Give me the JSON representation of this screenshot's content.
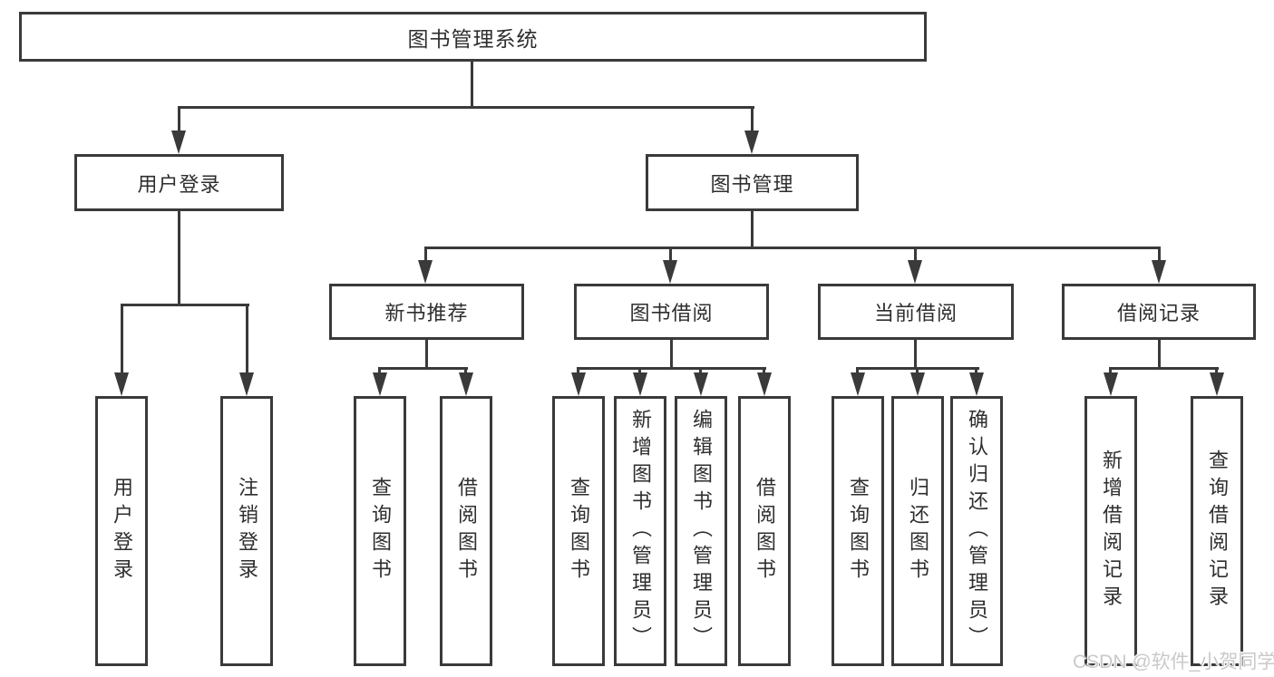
{
  "tree": {
    "label": "图书管理系统",
    "children": [
      {
        "label": "用户登录",
        "children": [
          {
            "label": "用户登录"
          },
          {
            "label": "注销登录"
          }
        ]
      },
      {
        "label": "图书管理",
        "children": [
          {
            "label": "新书推荐",
            "children": [
              {
                "label": "查询图书"
              },
              {
                "label": "借阅图书"
              }
            ]
          },
          {
            "label": "图书借阅",
            "children": [
              {
                "label": "查询图书"
              },
              {
                "label": "新增图书（管理员）"
              },
              {
                "label": "编辑图书（管理员）"
              },
              {
                "label": "借阅图书"
              }
            ]
          },
          {
            "label": "当前借阅",
            "children": [
              {
                "label": "查询图书"
              },
              {
                "label": "归还图书"
              },
              {
                "label": "确认归还（管理员）"
              }
            ]
          },
          {
            "label": "借阅记录",
            "children": [
              {
                "label": "新增借阅记录"
              },
              {
                "label": "查询借阅记录"
              }
            ]
          }
        ]
      }
    ]
  },
  "watermark": {
    "text": "CSDN @软件_小贺同学"
  },
  "colors": {
    "line": "#3a3a3a",
    "text": "#2e2e2e",
    "background": "#ffffff",
    "watermark": "#c9c9c9"
  }
}
